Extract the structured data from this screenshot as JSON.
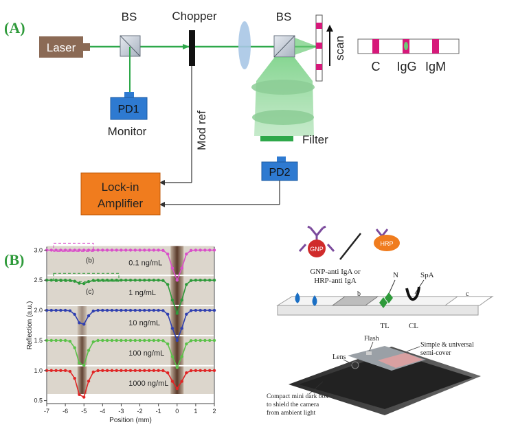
{
  "panel_a": {
    "label": "(A)",
    "laser": "Laser",
    "bs_left": "BS",
    "chopper": "Chopper",
    "bs_right": "BS",
    "pd1": "PD1",
    "monitor": "Monitor",
    "mod_ref": "Mod ref",
    "filter": "Filter",
    "pd2": "PD2",
    "lockin_line1": "Lock-in",
    "lockin_line2": "Amplifier",
    "scan": "scan",
    "strip_labels": [
      "C",
      "IgG",
      "IgM"
    ]
  },
  "panel_b": {
    "label": "(B)",
    "chart_data": {
      "type": "line",
      "ylabel": "Reflection (a.u.)",
      "xlabel": "Position (mm)",
      "xlim": [
        -7,
        2
      ],
      "ylim": [
        0.45,
        3.05
      ],
      "xticks": [
        "-7",
        "-6",
        "-5",
        "-4",
        "-3",
        "-2",
        "-1",
        "0",
        "1",
        "2"
      ],
      "yticks": [
        "0.5",
        "1.0",
        "1.5",
        "2.0",
        "2.5",
        "3.0"
      ],
      "series": [
        {
          "label": "0.1 ng/mL",
          "color": "#d94fc9",
          "baseline": 3.0,
          "test_dip": 0.0,
          "control_dip": 0.5
        },
        {
          "label": "1 ng/mL",
          "color": "#2e9a3a",
          "baseline": 2.5,
          "test_dip": 0.06,
          "control_dip": 0.55
        },
        {
          "label": "10 ng/mL",
          "color": "#2f3fb0",
          "baseline": 2.0,
          "test_dip": 0.25,
          "control_dip": 0.5
        },
        {
          "label": "100 ng/mL",
          "color": "#5cc24a",
          "baseline": 1.5,
          "test_dip": 0.45,
          "control_dip": 0.45
        },
        {
          "label": "1000 ng/mL",
          "color": "#e02525",
          "baseline": 1.0,
          "test_dip": 0.48,
          "control_dip": 0.3
        }
      ],
      "annotations": [
        "(b)",
        "(c)"
      ]
    }
  },
  "panel_c": {
    "gnp": "GNP",
    "hrp": "HRP",
    "antibody_line1": "GNP-anti IgA or",
    "antibody_line2": "HRP-anti IgA",
    "n": "N",
    "spa": "SpA",
    "b": "b",
    "c": "c",
    "tl": "TL",
    "cl": "CL",
    "lens": "Lens",
    "flash": "Flash",
    "cover_line1": "Simple & universal",
    "cover_line2": "semi-cover",
    "box_line1": "Compact mini dark box",
    "box_line2": "to shield the camera",
    "box_line3": "from ambient light"
  }
}
